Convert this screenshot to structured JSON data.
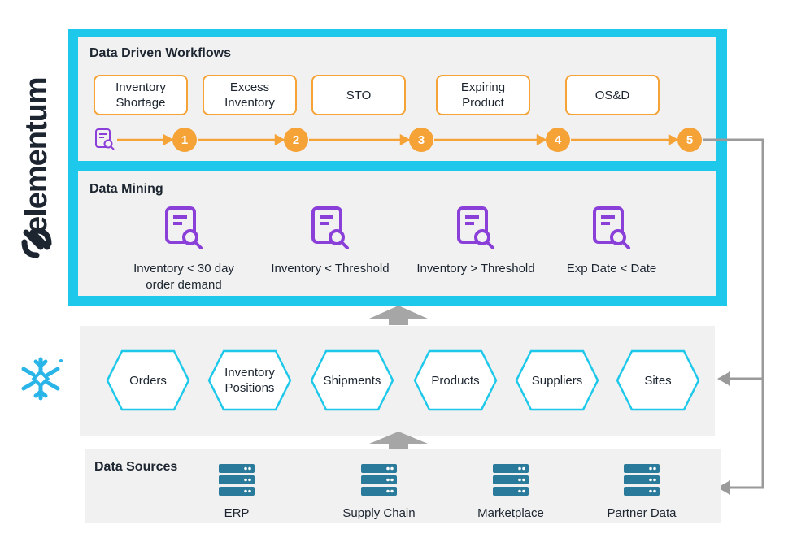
{
  "brand": {
    "elementum_name": "elementum",
    "elementum_color": "#1c2530",
    "snowflake_color": "#29b5e8",
    "accent_color": "#1ec8ea",
    "workflow_color": "#f5a236",
    "mining_icon_color": "#8b3fd9",
    "server_icon_color": "#2a7a9b"
  },
  "workflows": {
    "title": "Data Driven Workflows",
    "items": [
      {
        "label": "Inventory\nShortage"
      },
      {
        "label": "Excess\nInventory"
      },
      {
        "label": "STO"
      },
      {
        "label": "Expiring\nProduct"
      },
      {
        "label": "OS&D"
      }
    ],
    "steps": [
      "1",
      "2",
      "3",
      "4",
      "5"
    ],
    "start_icon": "document-search-icon"
  },
  "mining": {
    "title": "Data Mining",
    "items": [
      {
        "label": "Inventory < 30 day\norder demand",
        "icon": "document-search-icon"
      },
      {
        "label": "Inventory < Threshold",
        "icon": "document-search-icon"
      },
      {
        "label": "Inventory > Threshold",
        "icon": "document-search-icon"
      },
      {
        "label": "Exp Date < Date",
        "icon": "document-search-icon"
      }
    ]
  },
  "snowflake_layer": {
    "items": [
      {
        "label": "Orders"
      },
      {
        "label": "Inventory\nPositions"
      },
      {
        "label": "Shipments"
      },
      {
        "label": "Products"
      },
      {
        "label": "Suppliers"
      },
      {
        "label": "Sites"
      }
    ]
  },
  "sources": {
    "title": "Data Sources",
    "items": [
      {
        "label": "ERP",
        "icon": "server-icon"
      },
      {
        "label": "Supply Chain",
        "icon": "server-icon"
      },
      {
        "label": "Marketplace",
        "icon": "server-icon"
      },
      {
        "label": "Partner Data",
        "icon": "server-icon"
      }
    ]
  }
}
